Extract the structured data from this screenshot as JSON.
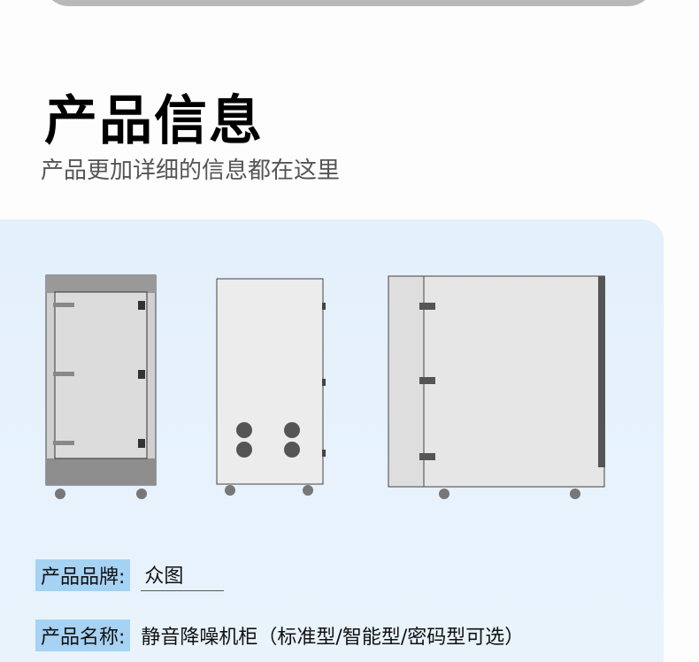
{
  "header": {
    "title": "产品信息",
    "subtitle": "产品更加详细的信息都在这里"
  },
  "info": [
    {
      "label": "产品品牌:",
      "value": "众图"
    },
    {
      "label": "产品名称:",
      "value": "静音降噪机柜（标准型/智能型/密码型可选）"
    }
  ]
}
